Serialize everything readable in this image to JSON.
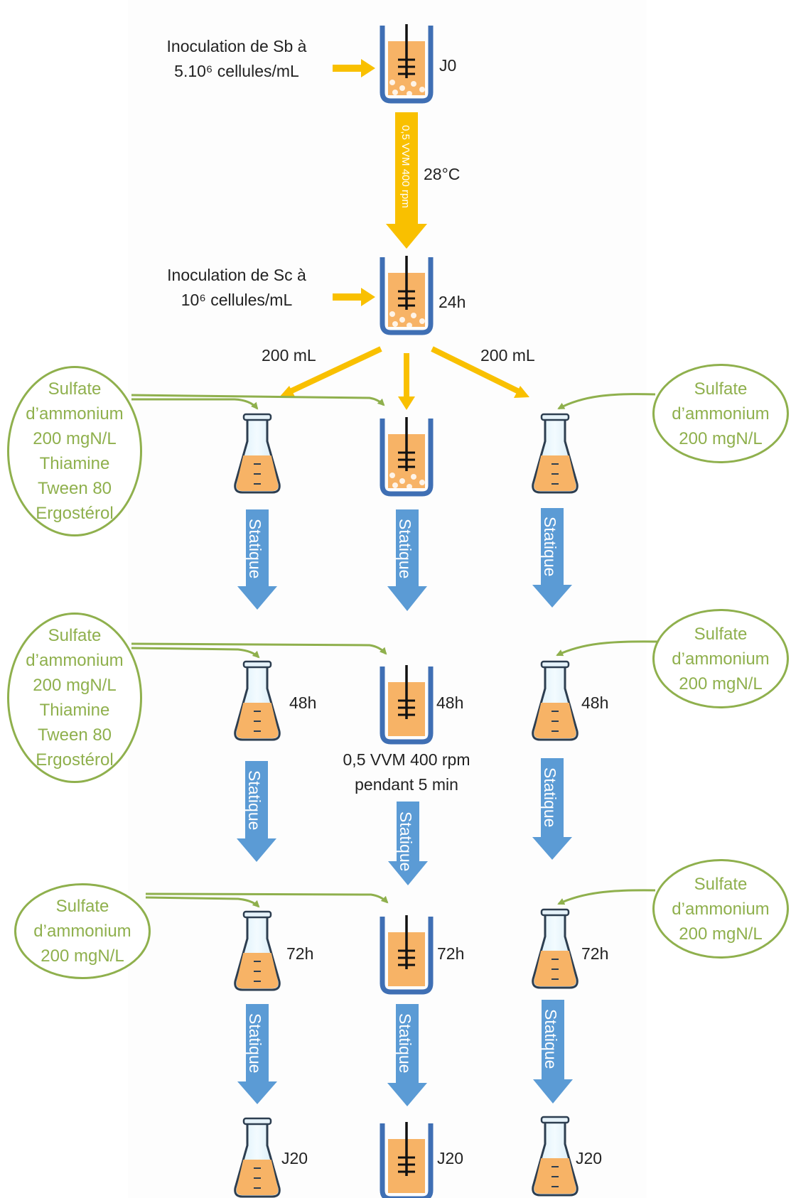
{
  "colors": {
    "liquid": "#f7b366",
    "vessel": "#3f6fb4",
    "yellow_arrow": "#f9c000",
    "blue_arrow": "#5b9bd5",
    "green": "#8fb04d"
  },
  "top": {
    "inoc_sb_line1": "Inoculation de Sb à",
    "inoc_sb_line2": "5.10⁶ cellules/mL",
    "j0": "J0",
    "arrow_text": "0,5 VVM 400 rpm",
    "temp": "28°C",
    "inoc_sc_line1": "Inoculation de Sc à",
    "inoc_sc_line2": "10⁶ cellules/mL",
    "t24": "24h",
    "split_left": "200 mL",
    "split_right": "200 mL"
  },
  "notes": {
    "full": [
      "Sulfate",
      "d’ammonium",
      "200 mgN/L",
      "Thiamine",
      "Tween 80",
      "Ergostérol"
    ],
    "short": [
      "Sulfate",
      "d’ammonium",
      "200 mgN/L"
    ]
  },
  "static_label": "Statique",
  "stage48": {
    "left": "48h",
    "center": "48h",
    "right": "48h",
    "mix_line1": "0,5 VVM 400 rpm",
    "mix_line2": "pendant 5 min"
  },
  "stage72": {
    "left": "72h",
    "center": "72h",
    "right": "72h"
  },
  "final": {
    "left": "J20",
    "center": "J20",
    "right": "J20"
  }
}
